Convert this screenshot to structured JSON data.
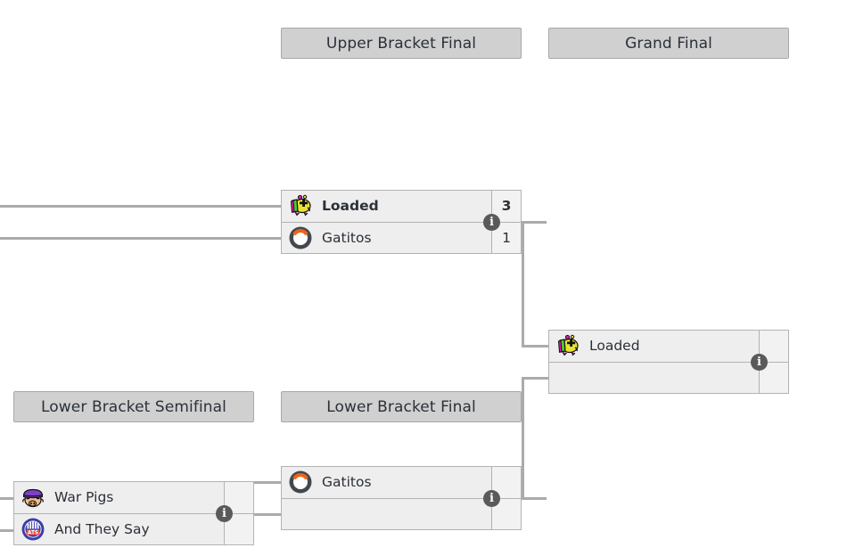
{
  "bracket": {
    "rounds": [
      {
        "id": "upper-bracket-final",
        "label": "Upper Bracket Final"
      },
      {
        "id": "grand-final",
        "label": "Grand Final"
      },
      {
        "id": "lower-bracket-semifinal",
        "label": "Lower Bracket Semifinal"
      },
      {
        "id": "lower-bracket-final",
        "label": "Lower Bracket Final"
      }
    ],
    "matches": {
      "upper_bracket_final": {
        "info_label": "i",
        "top": {
          "team": "Loaded",
          "score": "3",
          "logo": "loaded-logo",
          "winner": true
        },
        "bottom": {
          "team": "Gatitos",
          "score": "1",
          "logo": "overwatch-logo",
          "winner": false
        }
      },
      "grand_final": {
        "info_label": "i",
        "top": {
          "team": "Loaded",
          "score": "",
          "logo": "loaded-logo",
          "winner": false
        },
        "bottom": {
          "team": "",
          "score": "",
          "logo": "",
          "winner": false
        }
      },
      "lower_bracket_semifinal": {
        "info_label": "i",
        "top": {
          "team": "War Pigs",
          "score": "",
          "logo": "war-pigs-logo",
          "winner": false
        },
        "bottom": {
          "team": "And They Say",
          "score": "",
          "logo": "and-they-say-logo",
          "winner": false
        }
      },
      "lower_bracket_final": {
        "info_label": "i",
        "top": {
          "team": "Gatitos",
          "score": "",
          "logo": "overwatch-logo",
          "winner": false
        },
        "bottom": {
          "team": "",
          "score": "",
          "logo": "",
          "winner": false
        }
      }
    },
    "colors": {
      "header_fill": "#d0d0d0",
      "header_border": "#a8a8a8",
      "match_fill": "#eeeeee",
      "score_fill": "#f2f2f2",
      "border": "#b3b3b3",
      "connector": "#ababab",
      "info_badge": "#5a5a5a",
      "text": "#2b3038"
    }
  }
}
